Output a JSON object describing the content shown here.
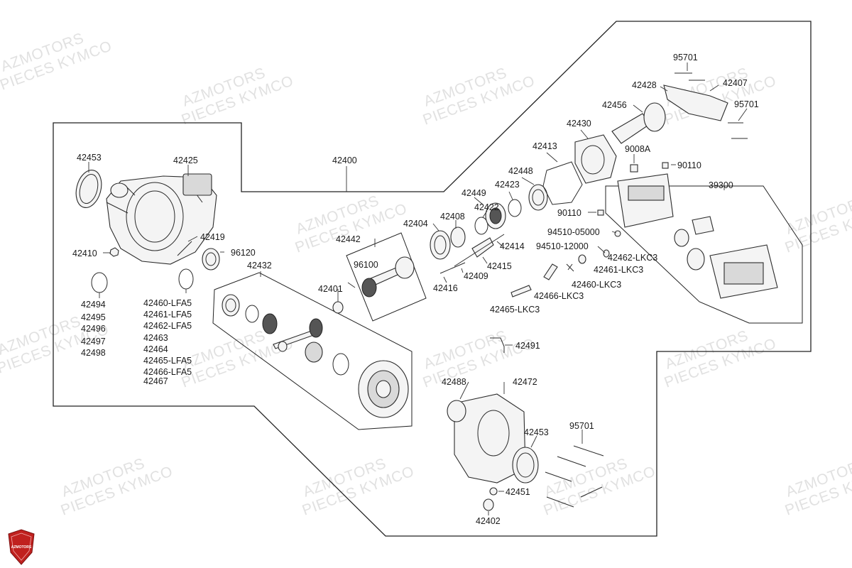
{
  "watermark": {
    "line1": "AZMOTORS",
    "line2": "PIECES KYMCO"
  },
  "logo": {
    "text": "AZMOTORS",
    "color": "#c0211f"
  },
  "group_labels": {
    "assembly": "42400",
    "box_32": "42432",
    "box_42": "42442",
    "box_39": "39300"
  },
  "labels": {
    "l42453a": "42453",
    "l42425": "42425",
    "l42419": "42419",
    "l42410": "42410",
    "l96120": "96120",
    "l42494": "42494",
    "l42495": "42495",
    "l42496": "42496",
    "l42497": "42497",
    "l42498": "42498",
    "l42460lfa": "42460-LFA5",
    "l42461lfa": "42461-LFA5",
    "l42462lfa": "42462-LFA5",
    "l42463": "42463",
    "l42464": "42464",
    "l42465lfa": "42465-LFA5",
    "l42466lfa": "42466-LFA5",
    "l42467": "42467",
    "l42404": "42404",
    "l42408": "42408",
    "l42422": "42422",
    "l42449": "42449",
    "l42423": "42423",
    "l42448": "42448",
    "l42413": "42413",
    "l42430": "42430",
    "l42456": "42456",
    "l42428": "42428",
    "l95701a": "95701",
    "l42407": "42407",
    "l95701b": "95701",
    "l9008a": "9008A",
    "l90110a": "90110",
    "l39300": "39300",
    "l90110b": "90110",
    "l94510a": "94510-05000",
    "l94510b": "94510-12000",
    "l42462lkc": "42462-LKC3",
    "l42461lkc": "42461-LKC3",
    "l42460lkc": "42460-LKC3",
    "l42466lkc": "42466-LKC3",
    "l42465lkc": "42465-LKC3",
    "l42414": "42414",
    "l42415": "42415",
    "l42409": "42409",
    "l42416": "42416",
    "l96100": "96100",
    "l42401": "42401",
    "l42491": "42491",
    "l42488": "42488",
    "l42472": "42472",
    "l42453b": "42453",
    "l95701c": "95701",
    "l42451": "42451",
    "l42402": "42402"
  }
}
